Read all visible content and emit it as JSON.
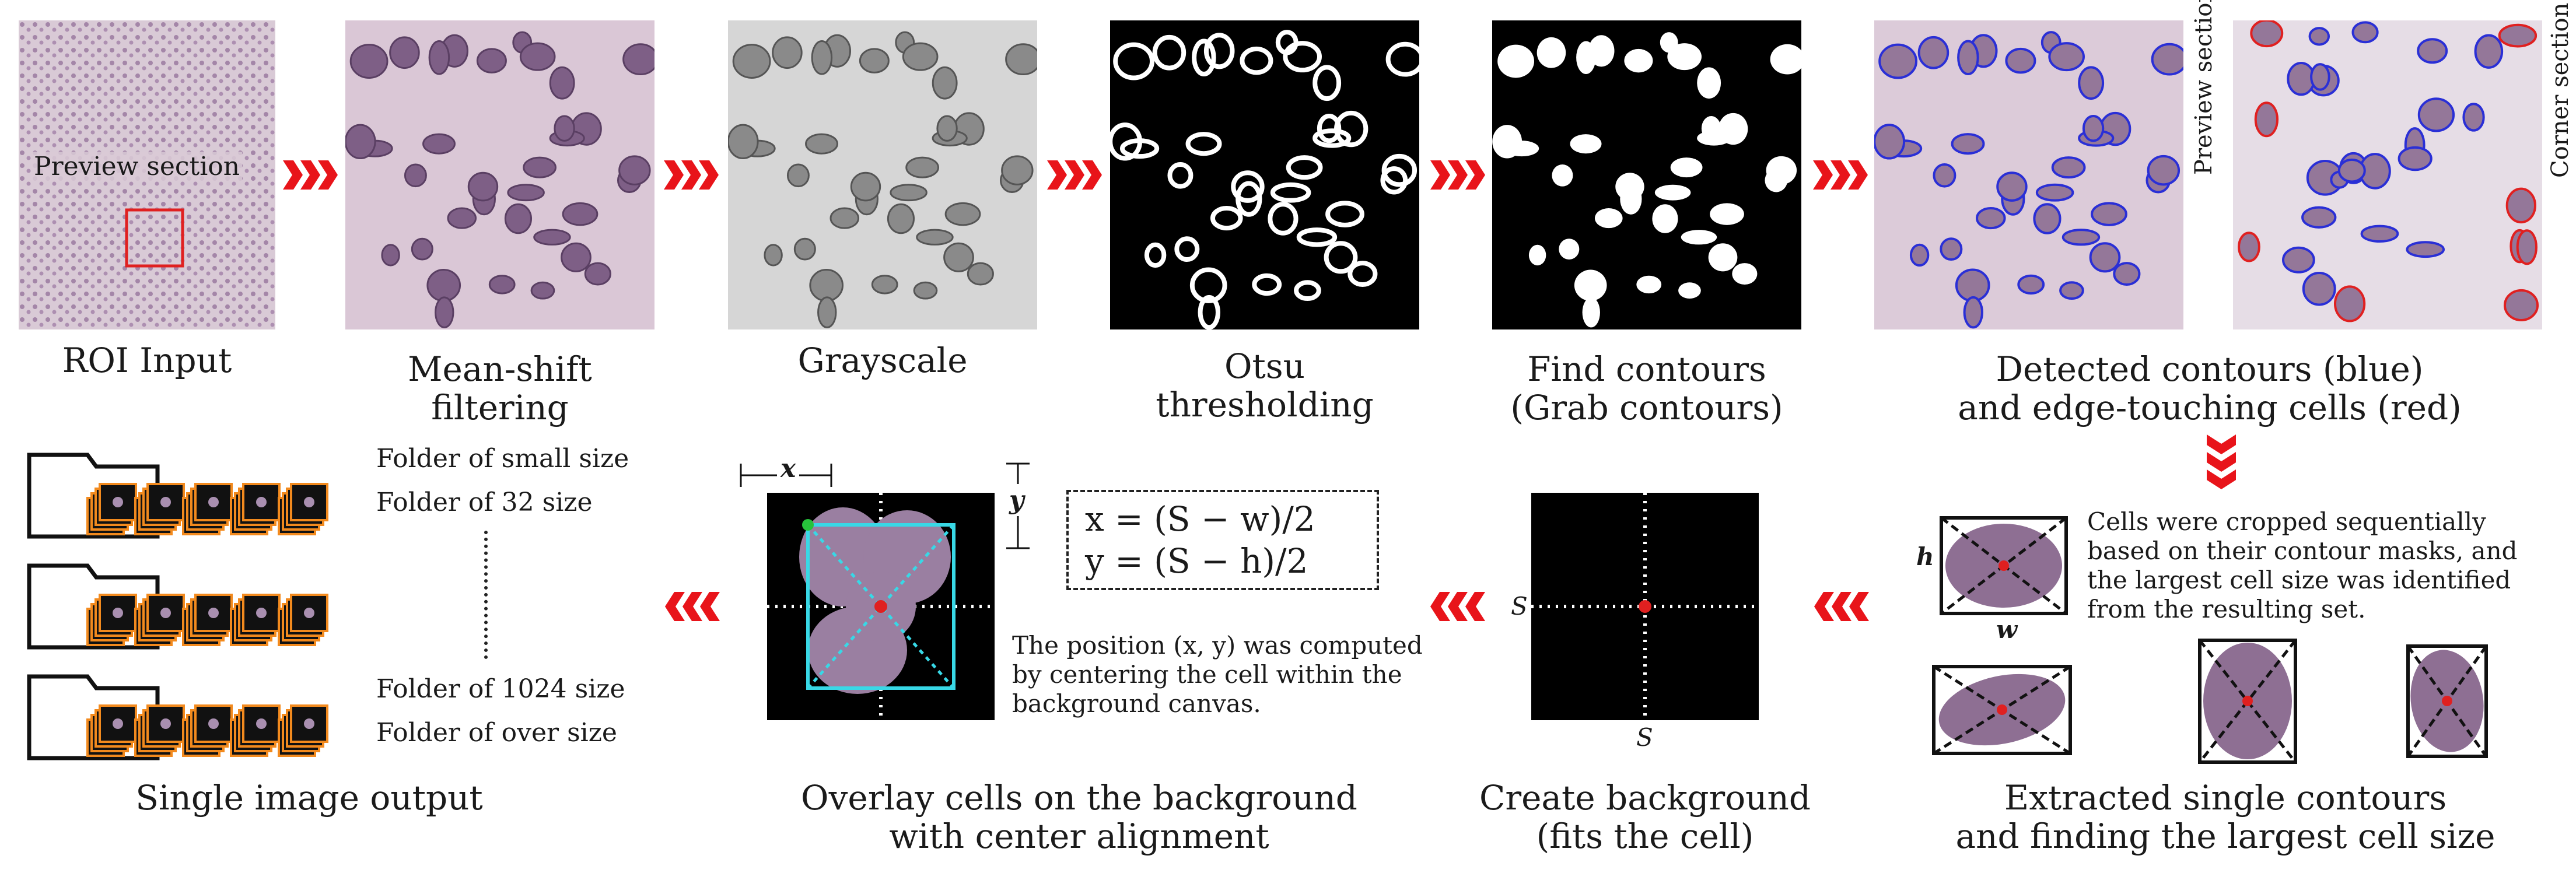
{
  "steps": {
    "roi": {
      "label": "ROI Input",
      "preview_label": "Preview section"
    },
    "meanshift": {
      "label_line1": "Mean-shift",
      "label_line2": "filtering"
    },
    "grayscale": {
      "label": "Grayscale"
    },
    "otsu": {
      "label_line1": "Otsu",
      "label_line2": "thresholding"
    },
    "contours": {
      "label_line1": "Find contours",
      "label_line2": "(Grab contours)"
    },
    "detected": {
      "label_line1": "Detected contours (blue)",
      "label_line2": "and edge-touching cells (red)",
      "side_label_preview": "Preview section",
      "side_label_corner": "Corner section"
    },
    "extracted": {
      "label_line1": "Extracted single contours",
      "label_line2": "and finding the largest cell size",
      "h_label": "h",
      "w_label": "w",
      "description": "Cells were cropped sequentially based on their contour masks, and the largest cell size was identified from the resulting set."
    },
    "background": {
      "label_line1": "Create background",
      "label_line2": "(fits the cell)",
      "s_side": "S",
      "s_bottom": "S"
    },
    "overlay": {
      "label_line1": "Overlay cells on the background",
      "label_line2": "with center alignment",
      "x_label": "x",
      "y_label": "y",
      "formula_x": "x = (S − w)/2",
      "formula_y": "y = (S −  h)/2",
      "description": "The position (x, y) was computed by centering the cell within the background canvas."
    },
    "output": {
      "label": "Single image output",
      "folders": [
        "Folder of small size",
        "Folder of 32 size",
        "Folder of 1024 size",
        "Folder of over size"
      ]
    }
  },
  "colors": {
    "arrow": "#e8141a",
    "cell_fill": "#8e6f93",
    "contour_blue": "#2a2fd6",
    "contour_red": "#e02020",
    "roi_box": "#e02020",
    "crop_box": "#38d8e6",
    "green_dot": "#27c23b",
    "folder_orange": "#f28a1e"
  }
}
